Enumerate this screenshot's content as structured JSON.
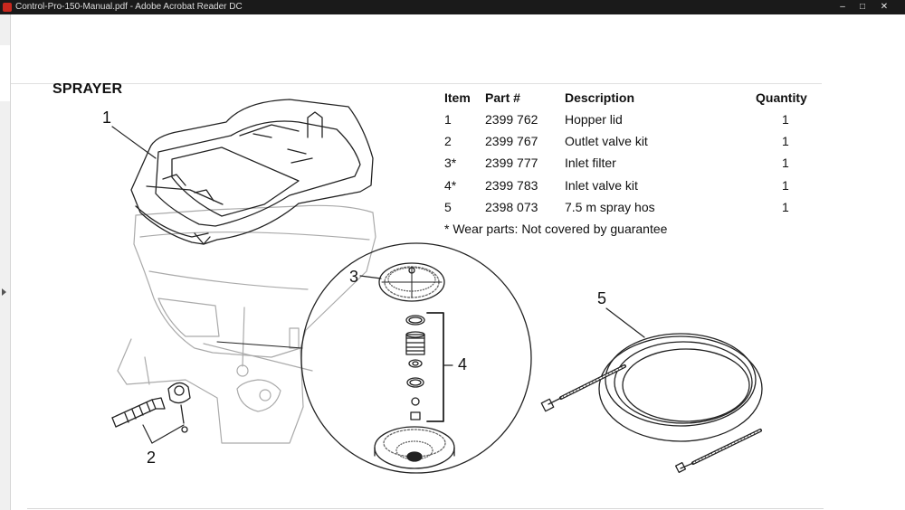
{
  "window": {
    "title": "Control-Pro-150-Manual.pdf - Adobe Acrobat Reader DC"
  },
  "window_controls": {
    "minimize": "–",
    "maximize": "□",
    "close": "✕"
  },
  "page": {
    "heading": "SPRAYER",
    "table": {
      "headers": {
        "item": "Item",
        "part": "Part #",
        "description": "Description",
        "quantity": "Quantity"
      },
      "rows": [
        {
          "item": "1",
          "part": "2399 762",
          "description": "Hopper lid",
          "quantity": "1"
        },
        {
          "item": "2",
          "part": "2399 767",
          "description": "Outlet valve kit",
          "quantity": "1"
        },
        {
          "item": "3*",
          "part": "2399 777",
          "description": "Inlet filter",
          "quantity": "1"
        },
        {
          "item": "4*",
          "part": "2399 783",
          "description": "Inlet valve kit",
          "quantity": "1"
        },
        {
          "item": "5",
          "part": "2398 073",
          "description": "7.5 m spray hos",
          "quantity": "1"
        }
      ]
    },
    "note": "* Wear parts: Not covered by guarantee",
    "callouts": {
      "c1": "1",
      "c2": "2",
      "c3": "3",
      "c4": "4",
      "c5": "5"
    }
  },
  "icons": {
    "app": "acrobat-icon",
    "panel_toggle": "expand-panel-arrow-icon"
  },
  "colors": {
    "titlebar": "#1a1a1a",
    "app_icon": "#c8281e"
  }
}
